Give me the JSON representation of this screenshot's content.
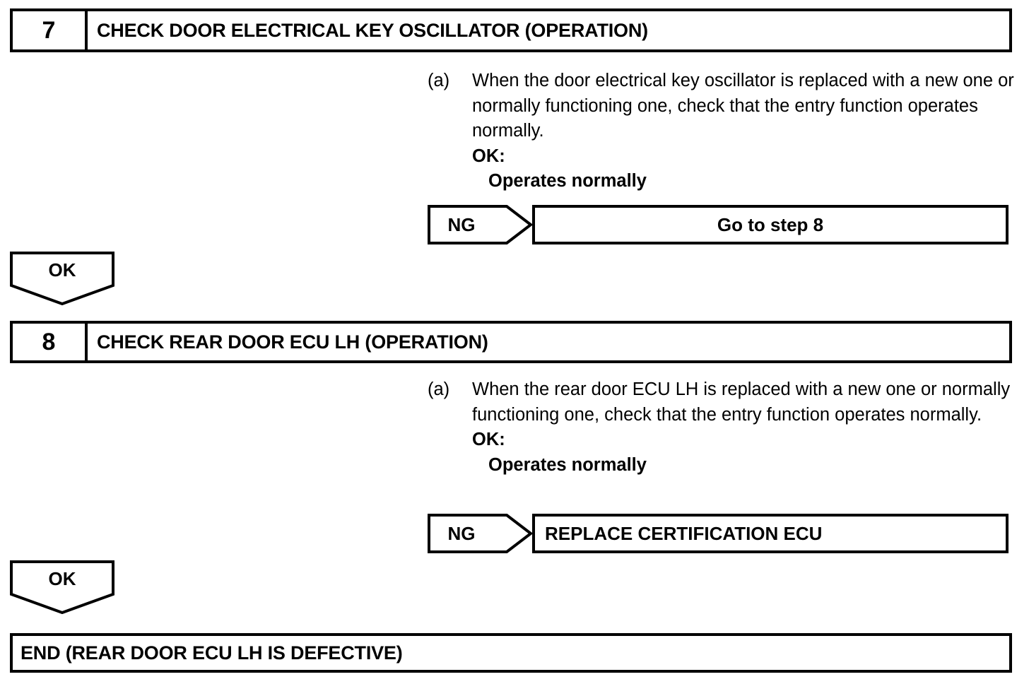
{
  "document": {
    "type": "automotive-diagnostic-flowchart",
    "colors": {
      "ink": "#000000",
      "background": "#ffffff"
    }
  },
  "steps": [
    {
      "number": "7",
      "title": "CHECK DOOR ELECTRICAL KEY OSCILLATOR (OPERATION)",
      "instruction": {
        "marker": "(a)",
        "text": "When the door electrical key oscillator is replaced with a new one or normally functioning one, check that the entry function operates normally.",
        "ok_label": "OK:",
        "ok_value": "Operates normally"
      },
      "ng_branch": {
        "arrow_label": "NG",
        "result": "Go to step 8",
        "align": "center"
      },
      "ok_connector": {
        "label": "OK"
      }
    },
    {
      "number": "8",
      "title": "CHECK REAR DOOR ECU LH (OPERATION)",
      "instruction": {
        "marker": "(a)",
        "text": "When the rear door ECU LH is replaced with a new one or normally functioning one, check that the entry function operates normally.",
        "ok_label": "OK:",
        "ok_value": "Operates normally"
      },
      "ng_branch": {
        "arrow_label": "NG",
        "result": "REPLACE CERTIFICATION ECU",
        "align": "left"
      },
      "ok_connector": {
        "label": "OK"
      }
    }
  ],
  "end": {
    "label": "END (REAR DOOR ECU LH IS DEFECTIVE)"
  }
}
